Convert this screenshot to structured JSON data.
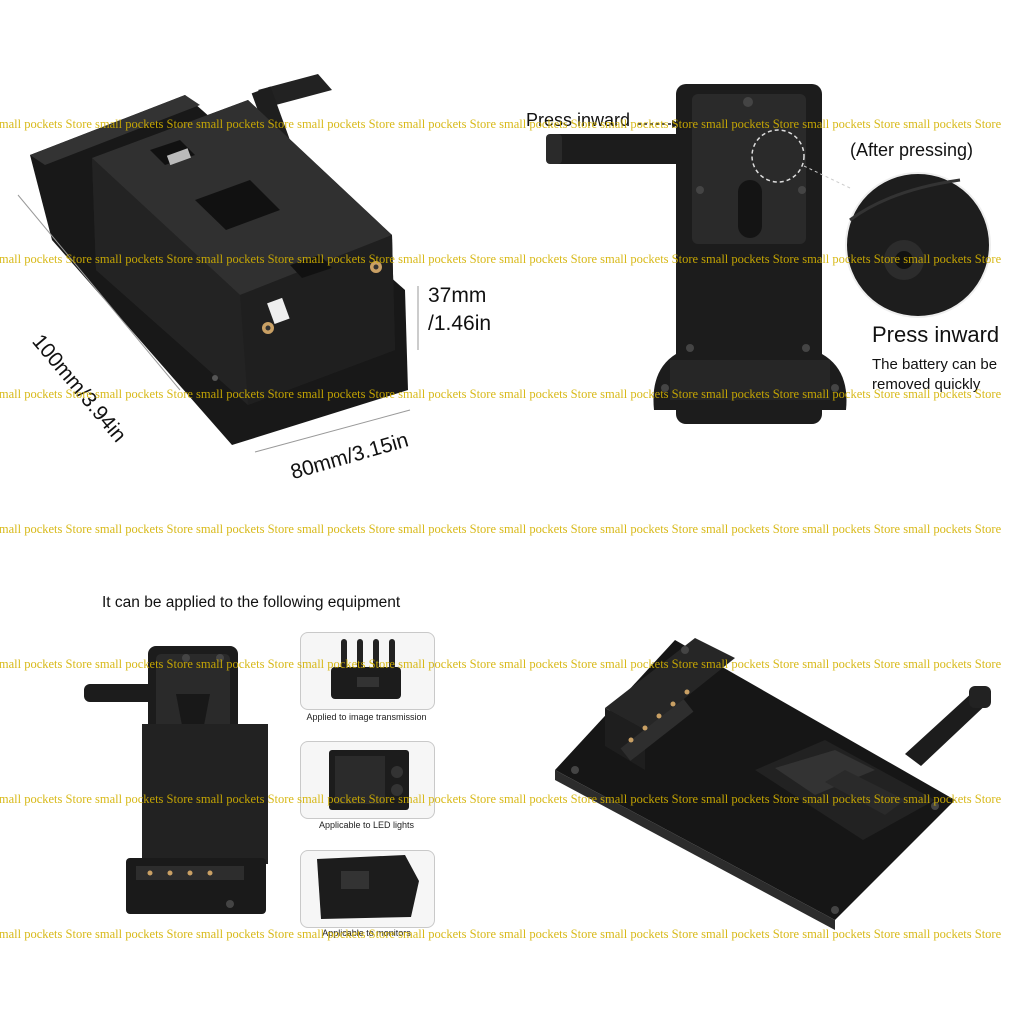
{
  "panels": {
    "dimensions": {
      "length_label": "100mm/3.94in",
      "width_label": "80mm/3.15in",
      "height_label_line1": "37mm",
      "height_label_line2": "/1.46in"
    },
    "release": {
      "press_inward_top": "Press inward",
      "after_pressing": "(After pressing)",
      "press_inward_detail": "Press inward",
      "battery_note_line1": "The battery can be",
      "battery_note_line2": "removed quickly"
    },
    "applications": {
      "heading": "It can be applied to the following equipment",
      "items": [
        {
          "caption": "Applied to image transmission",
          "icon": "transmitter-icon"
        },
        {
          "caption": "Applicable to LED lights",
          "icon": "led-panel-icon"
        },
        {
          "caption": "Applicable to monitors",
          "icon": "monitor-icon"
        }
      ]
    }
  },
  "watermark": {
    "text": "small pockets Store small pockets Store small pockets Store small pockets Store small pockets Store small pockets Store small pockets Store small pockets Store small pockets Store small pockets Store",
    "color": "#d4b200"
  },
  "colors": {
    "device_body": "#1c1c1c",
    "device_face": "#2a2a2a",
    "device_edge": "#444444",
    "contact_gold": "#c9a064"
  }
}
